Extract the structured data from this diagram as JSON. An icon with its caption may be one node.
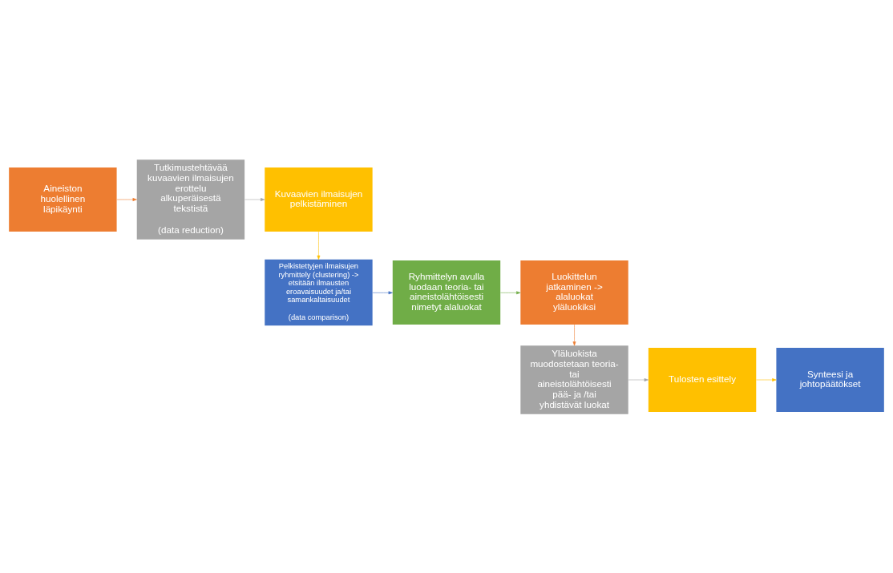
{
  "diagram": {
    "nodes": [
      {
        "text": [
          "Aineiston huolellinen läpikäynti"
        ]
      },
      {
        "text": [
          "Tutkimustehtävää kuvaavien ilmaisujen erottelu alkuperäisestä tekstistä",
          "(data reduction)"
        ]
      },
      {
        "text": [
          "Kuvaavien ilmaisujen pelkistäminen"
        ]
      },
      {
        "text": [
          "Pelkistettyjen ilmaisujen ryhmittely (clustering) -> etsitään ilmausten eroavaisuudet ja/tai samankaltaisuudet",
          "(data comparison)"
        ]
      },
      {
        "text": [
          "Ryhmittelyn avulla luodaan teoria- tai aineistolähtöisesti nimetyt alaluokat"
        ]
      },
      {
        "text": [
          "Luokittelun jatkaminen -> alaluokat yläluokiksi"
        ]
      },
      {
        "text": [
          "Yläluokista muodostetaan teoria- tai aineistolähtöisesti pää- ja /tai yhdistävät luokat"
        ]
      },
      {
        "text": [
          "Tulosten esittely"
        ]
      },
      {
        "text": [
          "Synteesi ja johtopäätökset"
        ]
      }
    ],
    "edges": [
      {
        "from": 0,
        "to": 1,
        "arrow": "to",
        "color": "#ed7d31"
      },
      {
        "from": 1,
        "to": 2,
        "arrow": "to",
        "color": "#a5a5a5"
      },
      {
        "from": 2,
        "to": 3,
        "arrow": "to",
        "color": "#ffc000"
      },
      {
        "from": 3,
        "to": 4,
        "arrow": "to",
        "color": "#4472c4"
      },
      {
        "from": 4,
        "to": 5,
        "arrow": "to",
        "color": "#70ad47"
      },
      {
        "from": 5,
        "to": 6,
        "arrow": "to",
        "color": "#ed7d31"
      },
      {
        "from": 6,
        "to": 7,
        "arrow": "to",
        "color": "#a5a5a5"
      },
      {
        "from": 7,
        "to": 8,
        "arrow": "to",
        "color": "#ffc000"
      }
    ]
  }
}
